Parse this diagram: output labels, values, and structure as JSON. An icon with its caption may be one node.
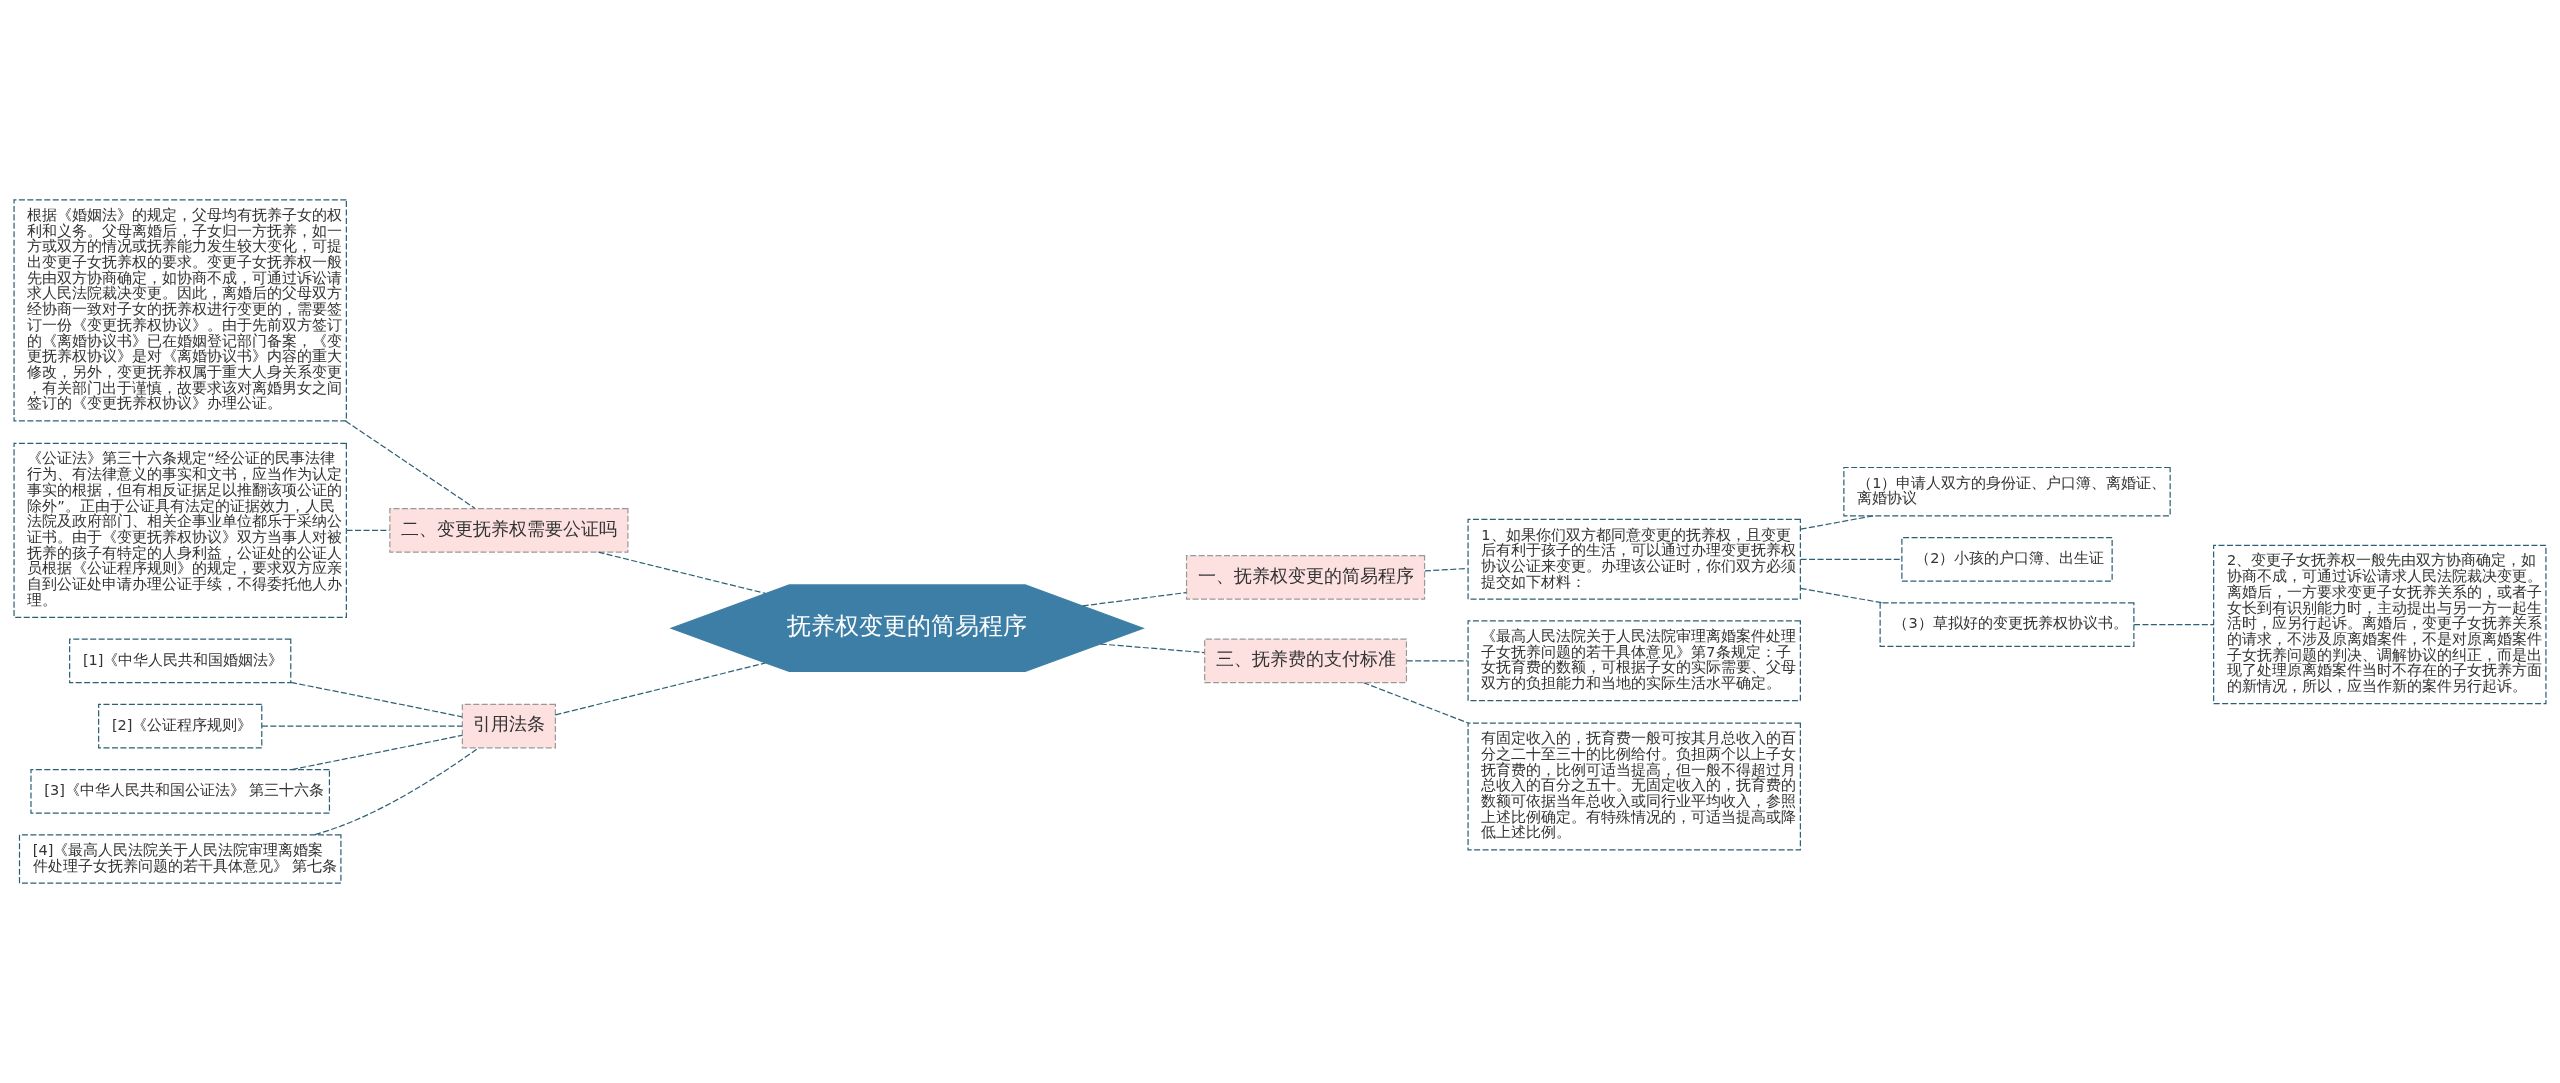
{
  "diagram": {
    "nodes": [
      {
        "text": [
          "抚养权变更的简易程序"
        ]
      },
      {
        "text": [
          "一、抚养权变更的简易程序"
        ]
      },
      {
        "text": [
          "1、如果你们双方都同意变更的抚养权，且变更后有利于孩子的生活，可以通过办理变更抚养权协议公证来变更。办理该公证时，你们双方必须提交如下材料："
        ]
      },
      {
        "text": [
          "（1）申请人双方的身份证、户口簿、离婚证、离婚协议"
        ]
      },
      {
        "text": [
          "（2）小孩的户口簿、出生证"
        ]
      },
      {
        "text": [
          "（3）草拟好的变更抚养权协议书。"
        ]
      },
      {
        "text": [
          "2、变更子女抚养权一般先由双方协商确定，如协商不成，可通过诉讼请求人民法院裁决变更。离婚后，一方要求变更子女抚养关系的，或者子女长到有识别能力时，主动提出与另一方一起生活时，应另行起诉。离婚后，变更子女抚养关系的请求，不涉及原离婚案件，不是对原离婚案件子女抚养问题的判决、调解协议的纠正，而是出现了处理原离婚案件当时不存在的子女抚养方面的新情况，所以，应当作新的案件另行起诉。"
        ]
      },
      {
        "text": [
          "三、抚养费的支付标准"
        ]
      },
      {
        "text": [
          "《最高人民法院关于人民法院审理离婚案件处理子女抚养问题的若干具体意见》第7条规定：子女抚育费的数额，可根据子女的实际需要、父母双方的负担能力和当地的实际生活水平确定。"
        ]
      },
      {
        "text": [
          "有固定收入的，抚育费一般可按其月总收入的百分之二十至三十的比例给付。负担两个以上子女抚育费的，比例可适当提高，但一般不得超过月总收入的百分之五十。无固定收入的，抚育费的数额可依据当年总收入或同行业平均收入，参照上述比例确定。有特殊情况的，可适当提高或降低上述比例。"
        ]
      },
      {
        "text": [
          "二、变更抚养权需要公证吗"
        ]
      },
      {
        "text": [
          "根据《婚姻法》的规定，父母均有抚养子女的权利和义务。父母离婚后，子女归一方抚养，如一方或双方的情况或抚养能力发生较大变化，可提出变更子女抚养权的要求。变更子女抚养权一般先由双方协商确定，如协商不成，可通过诉讼请求人民法院裁决变更。因此，离婚后的父母双方经协商一致对子女的抚养权进行变更的，需要签订一份《变更抚养权协议》。由于先前双方签订的《离婚协议书》已在婚姻登记部门备案，《变更抚养权协议》是对《离婚协议书》内容的重大修改，另外，变更抚养权属于重大人身关系变更，有关部门出于谨慎，故要求该对离婚男女之间签订的《变更抚养权协议》办理公证。"
        ]
      },
      {
        "text": [
          "《公证法》第三十六条规定“经公证的民事法律行为、有法律意义的事实和文书，应当作为认定事实的根据，但有相反证据足以推翻该项公证的除外”。正由于公证具有法定的证据效力，人民法院及政府部门、相关企事业单位都乐于采纳公证书。由于《变更抚养权协议》双方当事人对被抚养的孩子有特定的人身利益，公证处的公证人员根据《公证程序规则》的规定，要求双方应亲自到公证处申请办理公证手续，不得委托他人办理。"
        ]
      },
      {
        "text": [
          "引用法条"
        ]
      },
      {
        "text": [
          "[1]《中华人民共和国婚姻法》"
        ]
      },
      {
        "text": [
          "[2]《公证程序规则》"
        ]
      },
      {
        "text": [
          "[3]《中华人民共和国公证法》 第三十六条"
        ]
      },
      {
        "text": [
          "[4]《最高人民法院关于人民法院审理离婚案件处理子女抚养问题的若干具体意见》 第七条"
        ]
      }
    ],
    "edges": [
      {
        "from": 0,
        "to": 1,
        "arrow": "none"
      },
      {
        "from": 1,
        "to": 2,
        "arrow": "none"
      },
      {
        "from": 2,
        "to": 3,
        "arrow": "none"
      },
      {
        "from": 2,
        "to": 4,
        "arrow": "none"
      },
      {
        "from": 2,
        "to": 5,
        "arrow": "none"
      },
      {
        "from": 5,
        "to": 6,
        "arrow": "none"
      },
      {
        "from": 0,
        "to": 7,
        "arrow": "none"
      },
      {
        "from": 7,
        "to": 8,
        "arrow": "none"
      },
      {
        "from": 7,
        "to": 9,
        "arrow": "none"
      },
      {
        "from": 11,
        "to": 10,
        "arrow": "none"
      },
      {
        "from": 12,
        "to": 10,
        "arrow": "none"
      },
      {
        "from": 10,
        "to": 0,
        "arrow": "none"
      },
      {
        "from": 14,
        "to": 13,
        "arrow": "none"
      },
      {
        "from": 15,
        "to": 13,
        "arrow": "none"
      },
      {
        "from": 16,
        "to": 13,
        "arrow": "none"
      },
      {
        "from": 17,
        "to": 13,
        "arrow": "none"
      },
      {
        "from": 13,
        "to": 0,
        "arrow": "none"
      }
    ]
  }
}
